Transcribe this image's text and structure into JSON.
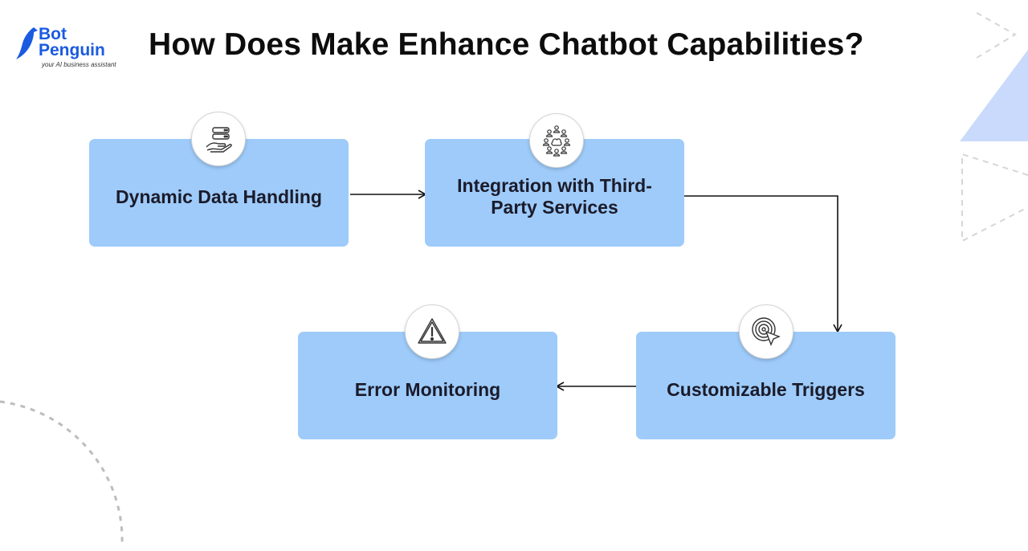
{
  "brand": {
    "name_line1": "Bot",
    "name_line2": "Penguin",
    "tagline": "your AI business assistant"
  },
  "title": "How Does Make Enhance Chatbot Capabilities?",
  "steps": [
    {
      "label": "Dynamic Data Handling",
      "icon": "server-hand-icon"
    },
    {
      "label": "Integration with Third-Party Services",
      "icon": "network-people-icon"
    },
    {
      "label": "Customizable Triggers",
      "icon": "target-cursor-icon"
    },
    {
      "label": "Error Monitoring",
      "icon": "warning-triangle-icon"
    }
  ],
  "colors": {
    "card": "#9ecbfa",
    "brand": "#1a5be0",
    "decor_triangle": "#c9dafc",
    "text": "#1b1b2a"
  }
}
